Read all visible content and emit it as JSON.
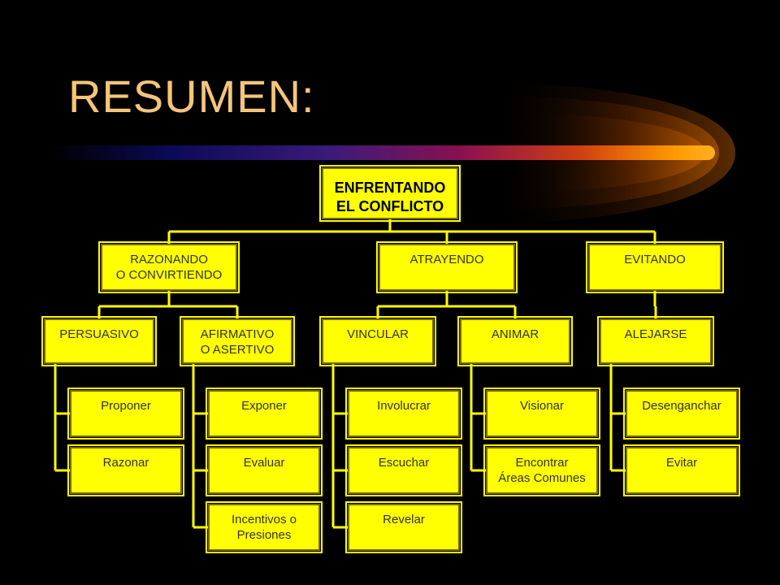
{
  "title": "RESUMEN:",
  "colors": {
    "background": "#000000",
    "title": "#F6C57A",
    "box_fill": "#FFFF00",
    "connector": "#FFFF00",
    "text": "#333333"
  },
  "diagram": {
    "root": "ENFRENTANDO\nEL CONFLICTO",
    "branches": [
      {
        "label": "RAZONANDO\nO CONVIRTIENDO",
        "styles": [
          {
            "label": "PERSUASIVO",
            "actions": [
              "Proponer",
              "Razonar"
            ]
          },
          {
            "label": "AFIRMATIVO\nO ASERTIVO",
            "actions": [
              "Exponer",
              "Evaluar",
              "Incentivos o\nPresiones"
            ]
          }
        ]
      },
      {
        "label": "ATRAYENDO",
        "styles": [
          {
            "label": "VINCULAR",
            "actions": [
              "Involucrar",
              "Escuchar",
              "Revelar"
            ]
          },
          {
            "label": "ANIMAR",
            "actions": [
              "Visionar",
              "Encontrar\nÁreas Comunes"
            ]
          }
        ]
      },
      {
        "label": "EVITANDO",
        "styles": [
          {
            "label": "ALEJARSE",
            "actions": [
              "Desenganchar",
              "Evitar"
            ]
          }
        ]
      }
    ]
  }
}
